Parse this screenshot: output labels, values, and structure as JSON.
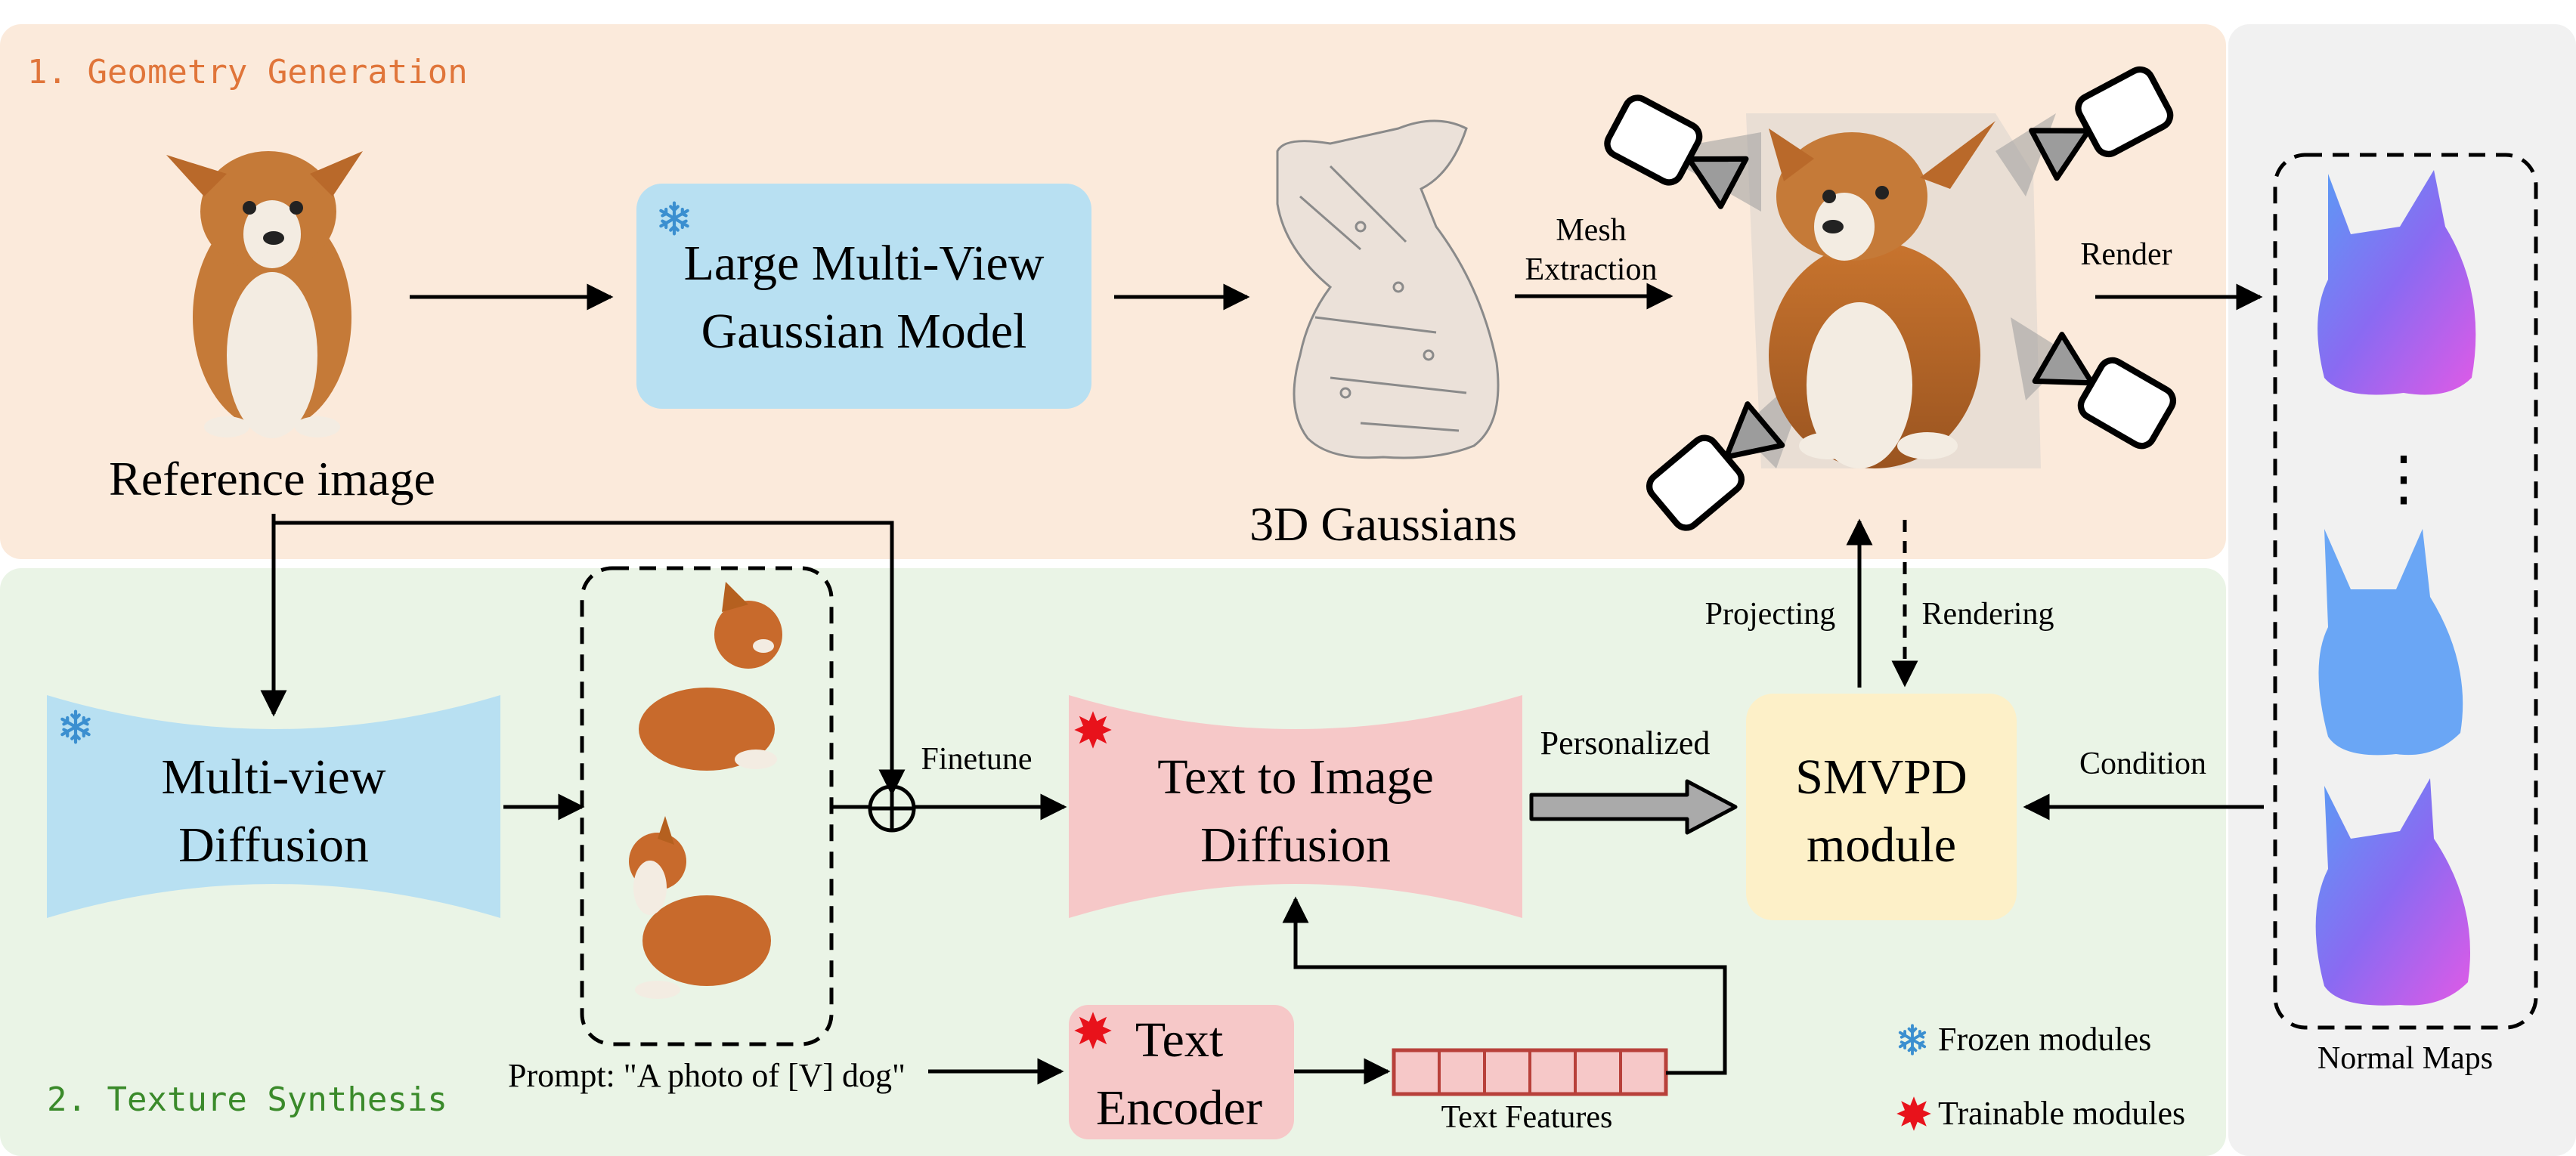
{
  "sections": {
    "geometry_title": "1. Geometry Generation",
    "texture_title": "2. Texture Synthesis"
  },
  "geometry": {
    "reference_label": "Reference image",
    "lmvgm_line1": "Large Multi-View",
    "lmvgm_line2": "Gaussian Model",
    "gaussians_label": "3D Gaussians",
    "mesh_line1": "Mesh",
    "mesh_line2": "Extraction",
    "render_label": "Render"
  },
  "normal_maps": {
    "label": "Normal Maps",
    "ellipsis": "⋮"
  },
  "texture": {
    "mvd_line1": "Multi-view",
    "mvd_line2": "Diffusion",
    "finetune_label": "Finetune",
    "t2i_line1": "Text to Image",
    "t2i_line2": "Diffusion",
    "personalized_label": "Personalized",
    "smvpd_line1": "SMVPD",
    "smvpd_line2": "module",
    "condition_label": "Condition",
    "projecting_label": "Projecting",
    "rendering_label": "Rendering",
    "prompt_label": "Prompt: \"A photo of [V] dog\"",
    "text_enc_line1": "Text",
    "text_enc_line2": "Encoder",
    "text_features_label": "Text Features"
  },
  "legend": {
    "frozen": "Frozen modules",
    "trainable": "Trainable modules"
  },
  "colors": {
    "geometry_bg": "#fbeadb",
    "texture_bg": "#eaf4e6",
    "normal_bg": "#f1f1f1",
    "frozen_blue": "#b8e0f2",
    "trainable_pink": "#f6c8c8",
    "smvpd_yellow": "#fdf0c8",
    "geometry_title": "#e0753a",
    "texture_title": "#3a8a2a",
    "star_red": "#e8121b",
    "snowflake_blue": "#3b8fd0"
  }
}
